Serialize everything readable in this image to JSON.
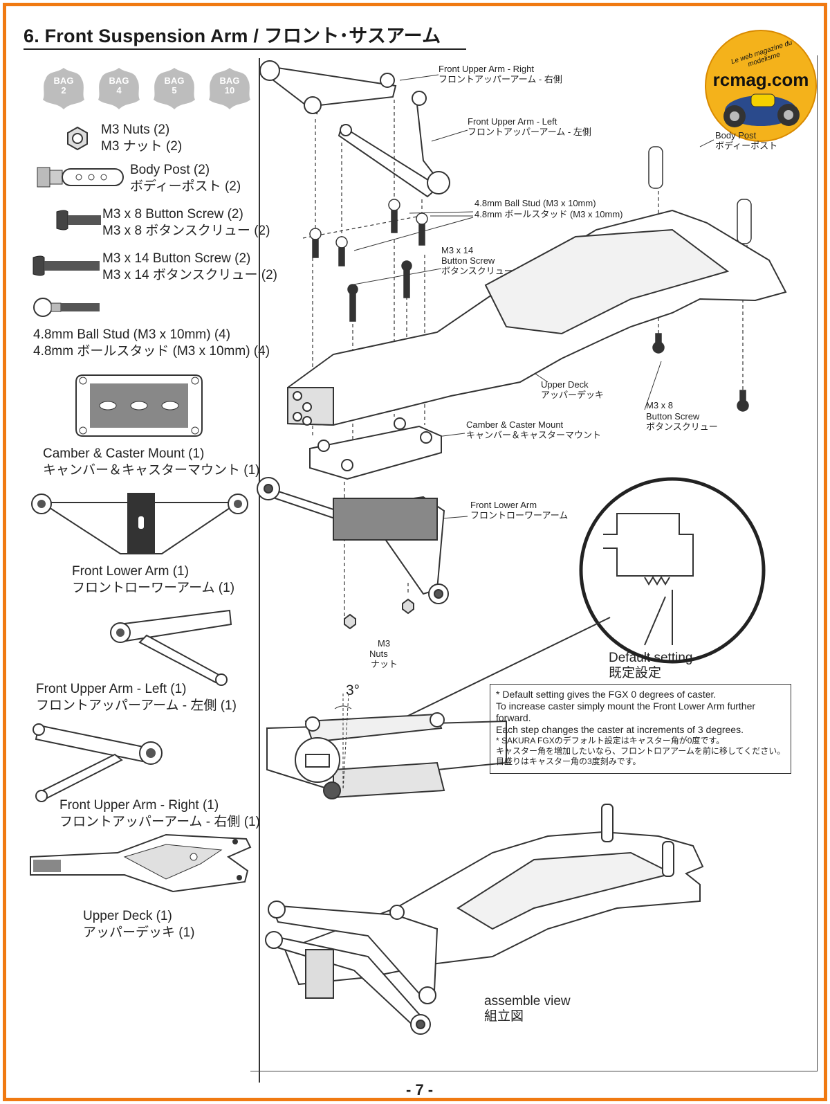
{
  "header": {
    "title": "6. Front Suspension Arm / フロント･サスアーム"
  },
  "bags": [
    {
      "line1": "BAG",
      "line2": "2"
    },
    {
      "line1": "BAG",
      "line2": "4"
    },
    {
      "line1": "BAG",
      "line2": "5"
    },
    {
      "line1": "BAG",
      "line2": "10"
    }
  ],
  "parts": {
    "nuts": {
      "en": "M3 Nuts (2)",
      "jp": "M3 ナット (2)"
    },
    "body_post": {
      "en": "Body Post (2)",
      "jp": "ボディーポスト (2)"
    },
    "screw_8": {
      "en": "M3 x 8 Button Screw (2)",
      "jp": "M3 x 8 ボタンスクリュー (2)"
    },
    "screw_14": {
      "en": "M3 x 14 Button Screw (2)",
      "jp": "M3 x 14 ボタンスクリュー (2)"
    },
    "ball_stud": {
      "en": "4.8mm Ball Stud (M3 x 10mm) (4)",
      "jp": "4.8mm ボールスタッド (M3 x 10mm) (4)"
    },
    "camber_mount": {
      "en": "Camber & Caster Mount (1)",
      "jp": "キャンバー＆キャスターマウント (1)"
    },
    "lower_arm": {
      "en": "Front Lower Arm (1)",
      "jp": "フロントローワーアーム (1)"
    },
    "upper_arm_left": {
      "en": "Front Upper Arm - Left (1)",
      "jp": "フロントアッパーアーム - 左側 (1)"
    },
    "upper_arm_right": {
      "en": "Front Upper Arm - Right (1)",
      "jp": "フロントアッパーアーム - 右側 (1)"
    },
    "upper_deck": {
      "en": "Upper Deck (1)",
      "jp": "アッパーデッキ (1)"
    }
  },
  "callouts": {
    "upper_arm_right": {
      "en": "Front Upper Arm - Right",
      "jp": "フロントアッパーアーム - 右側"
    },
    "upper_arm_left": {
      "en": "Front Upper Arm - Left",
      "jp": "フロントアッパーアーム - 左側"
    },
    "body_post": {
      "en": "Body Post",
      "jp": "ボディーポスト"
    },
    "ball_stud": {
      "en": "4.8mm Ball Stud (M3 x 10mm)",
      "jp": "4.8mm ボールスタッド (M3 x 10mm)"
    },
    "screw_14": {
      "l1": "M3 x 14",
      "l2": "Button Screw",
      "l3": "ボタンスクリュー"
    },
    "upper_deck": {
      "en": "Upper Deck",
      "jp": "アッパーデッキ"
    },
    "screw_8": {
      "l1": "M3 x 8",
      "l2": "Button Screw",
      "l3": "ボタンスクリュー"
    },
    "camber_mount": {
      "en": "Camber & Caster Mount",
      "jp": "キャンバー＆キャスターマウント"
    },
    "lower_arm": {
      "en": "Front Lower Arm",
      "jp": "フロントローワーアーム"
    },
    "nuts": {
      "l1": "M3",
      "l2": "Nuts",
      "l3": "ナット"
    },
    "default_setting": {
      "en": "Default setting",
      "jp": "既定設定"
    },
    "angle": "3°",
    "assemble_view": {
      "en": "assemble view",
      "jp": "組立図"
    }
  },
  "note": {
    "lines": [
      "* Default setting gives the FGX 0 degrees of caster.",
      "To increase caster simply mount the Front Lower Arm further",
      "forward.",
      "Each step changes the caster at increments of 3 degrees."
    ],
    "jp_lines": [
      "* SAKURA FGXのデフォルト設定はキャスター角が0度です。",
      "キャスター角を増加したいなら、フロントロアアームを前に移してください。",
      "目盛りはキャスター角の3度刻みです。"
    ]
  },
  "footer": {
    "page_number": "- 7 -"
  },
  "logo": {
    "url": "rcmag.com",
    "tagline": "Le web magazine du modelisme"
  },
  "colors": {
    "frame": "#f07a12",
    "bag": "#bdbdbd",
    "logo_bg": "#f4b21b"
  }
}
